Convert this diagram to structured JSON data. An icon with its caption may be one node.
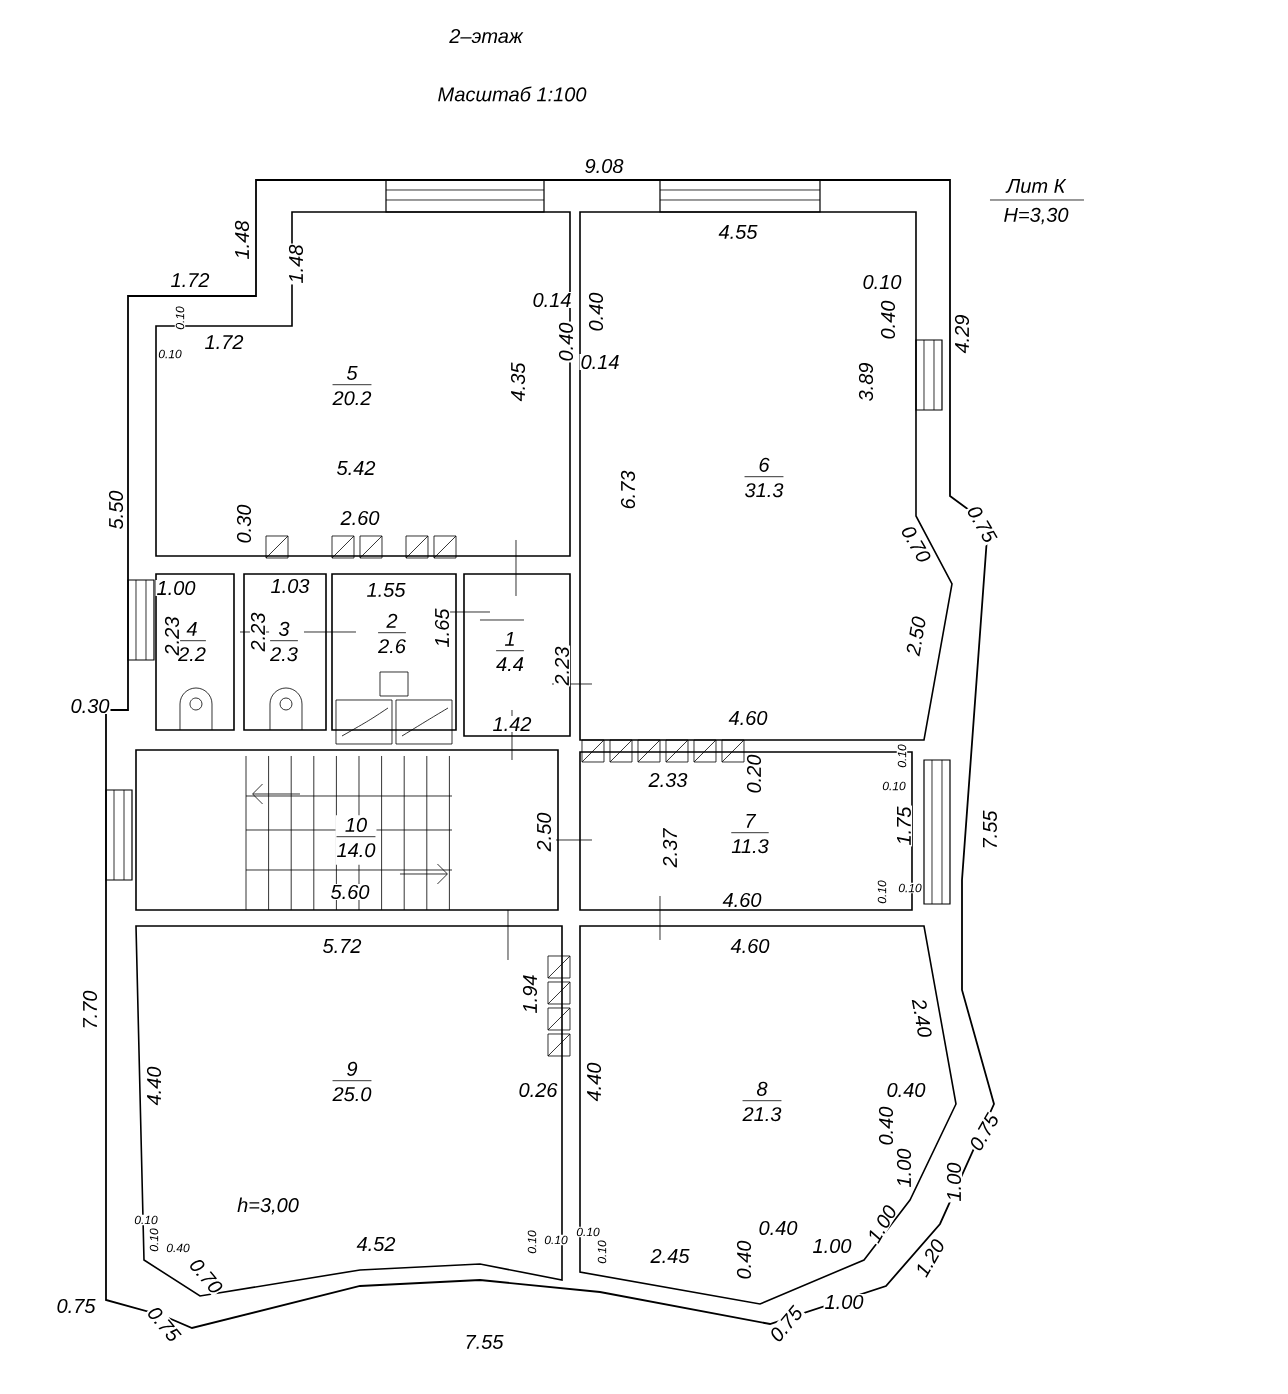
{
  "diagram": {
    "title": "2–этаж",
    "nodes": [
      {
        "text": [
          "5",
          "20.2"
        ]
      },
      {
        "text": [
          "6",
          "31.3"
        ]
      },
      {
        "text": [
          "4",
          "2.2"
        ]
      },
      {
        "text": [
          "3",
          "2.3"
        ]
      },
      {
        "text": [
          "2",
          "2.6"
        ]
      },
      {
        "text": [
          "1",
          "4.4"
        ]
      },
      {
        "text": [
          "10",
          "14.0"
        ]
      },
      {
        "text": [
          "7",
          "11.3"
        ]
      },
      {
        "text": [
          "9",
          "25.0"
        ]
      },
      {
        "text": [
          "8",
          "21.3"
        ]
      }
    ],
    "labels": [
      "Масштаб 1:100",
      "9.08",
      "Лит К",
      "Н=3,30",
      "4.55",
      "1.48",
      "1.48",
      "1.72",
      "0.10",
      "0.14",
      "0.40",
      "0.40",
      "0.10",
      "0.10",
      "1.72",
      "0.40",
      "4.29",
      "0.14",
      "4.35",
      "3.89",
      "5.42",
      "6.73",
      "5.50",
      "0.30",
      "2.60",
      "0.75",
      "0.70",
      "1.00",
      "1.03",
      "1.55",
      "2.23",
      "2.23",
      "1.65",
      "2.23",
      "2.50",
      "0.30",
      "1.42",
      "4.60",
      "2.33",
      "0.20",
      "0.10",
      "0.10",
      "2.50",
      "2.37",
      "1.75",
      "7.55",
      "5.60",
      "4.60",
      "0.10",
      "0.10",
      "5.72",
      "4.60",
      "7.70",
      "1.94",
      "2.40",
      "4.40",
      "4.40",
      "0.26",
      "0.40",
      "0.40",
      "0.75",
      "1.00",
      "1.00",
      "h=3,00",
      "0.10",
      "0.10",
      "0.40",
      "0.70",
      "4.52",
      "0.10",
      "0.10",
      "0.10",
      "0.10",
      "2.45",
      "0.40",
      "0.40",
      "1.00",
      "1.00",
      "1.20",
      "0.75",
      "0.75",
      "0.75",
      "1.00",
      "7.55"
    ]
  }
}
